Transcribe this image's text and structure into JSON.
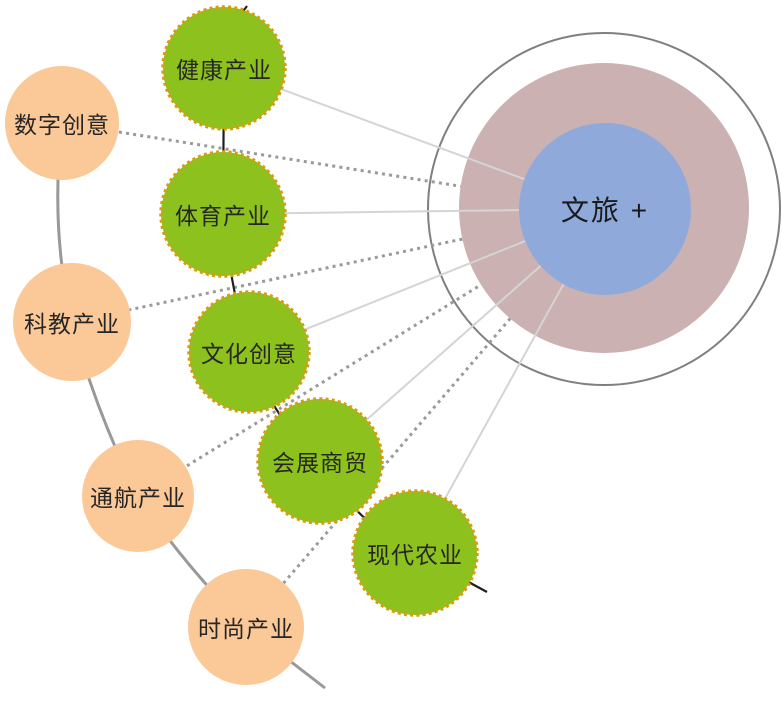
{
  "center_node": {
    "label": "文旅 +"
  },
  "satellites": [
    {
      "label": "健康产业",
      "type": "green"
    },
    {
      "label": "体育产业",
      "type": "green"
    },
    {
      "label": "文化创意",
      "type": "green"
    },
    {
      "label": "会展商贸",
      "type": "green"
    },
    {
      "label": "现代农业",
      "type": "green"
    },
    {
      "label": "数字创意",
      "type": "orange"
    },
    {
      "label": "科教产业",
      "type": "orange"
    },
    {
      "label": "通航产业",
      "type": "orange"
    },
    {
      "label": "时尚产业",
      "type": "orange"
    }
  ],
  "connections": {
    "dotted_to_center": [
      "数字创意",
      "科教产业",
      "通航产业",
      "时尚产业"
    ],
    "solid_to_center": [
      "健康产业",
      "体育产业",
      "文化创意",
      "会展商贸",
      "现代农业"
    ],
    "orange_chain": [
      "数字创意",
      "科教产业",
      "通航产业",
      "时尚产业"
    ],
    "green_chain": [
      "健康产业",
      "体育产业",
      "文化创意",
      "会展商贸",
      "现代农业"
    ]
  },
  "colors": {
    "green_fill": "#8dc21e",
    "green_border": "#d19e14",
    "orange_fill": "#fbc897",
    "core_blue": "#8ea9da",
    "ring_mauve": "#ccb1b3",
    "outer_ring_stroke": "#7f7f7f",
    "dotted_connector": "#9a9a9a",
    "solid_connector": "#d4d4d4",
    "orange_chain_line": "#999999",
    "green_chain_line": "#1f1f1f",
    "text": "#262626"
  }
}
